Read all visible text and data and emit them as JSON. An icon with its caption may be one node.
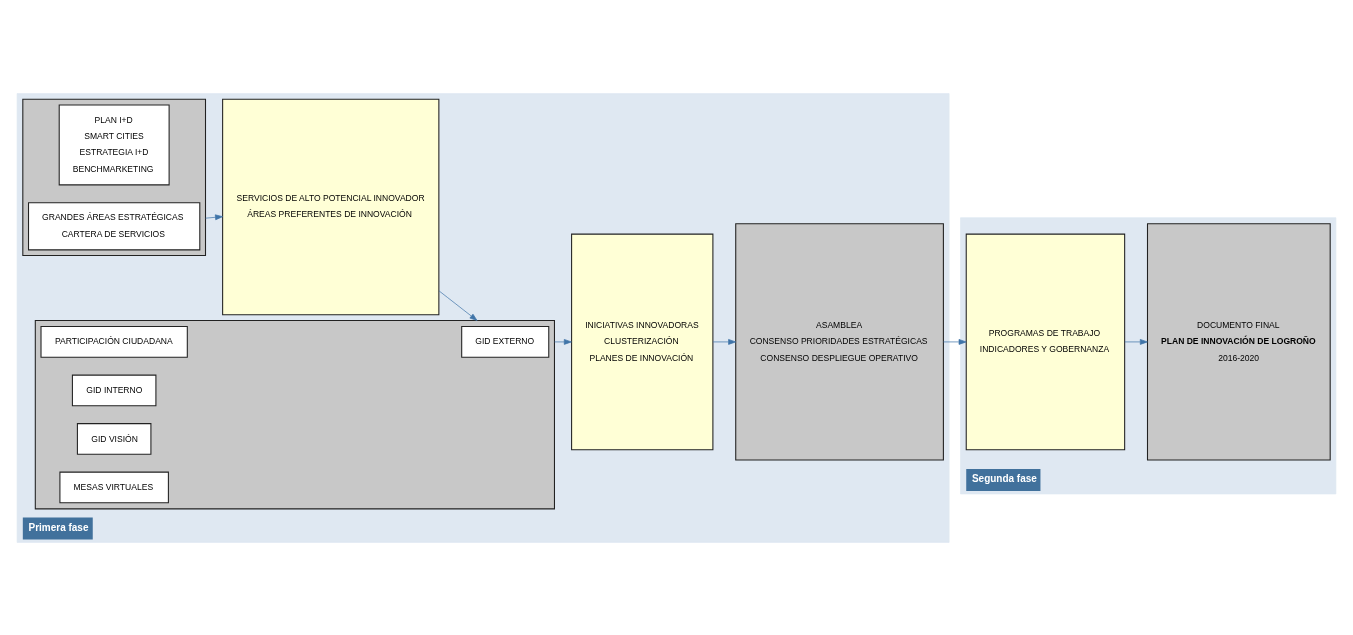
{
  "diagram": {
    "nodes": [
      {
        "text": [
          "Primera fase"
        ]
      },
      {
        "text": [],
        "shape": "box",
        "in": 0
      },
      {
        "text": [
          "PLAN I+D",
          "SMART CITIES",
          "ESTRATEGIA I+D",
          "BENCHMARKETING"
        ],
        "in": 1
      },
      {
        "text": [
          "GRANDES ÁREAS ESTRATÉGICAS",
          "CARTERA DE SERVICIOS"
        ],
        "in": 1
      },
      {
        "text": [
          "SERVICIOS DE ALTO POTENCIAL INNOVADOR",
          "ÁREAS PREFERENTES DE INNOVACIÓN"
        ],
        "in": 0
      },
      {
        "text": [],
        "shape": "box",
        "in": 0
      },
      {
        "text": [
          "PARTICIPACIÓN CIUDADANA"
        ],
        "in": 5
      },
      {
        "text": [
          "GID INTERNO"
        ],
        "in": 5
      },
      {
        "text": [
          "GID EXTERNO"
        ],
        "in": 5
      },
      {
        "text": [
          "GID VISIÓN"
        ],
        "in": 5
      },
      {
        "text": [
          "MESAS VIRTUALES"
        ],
        "in": 5
      },
      {
        "text": [
          "INICIATIVAS INNOVADORAS",
          "CLUSTERIZACIÓN",
          "PLANES DE INNOVACIÓN"
        ],
        "in": 0
      },
      {
        "text": [
          "ASAMBLEA",
          "CONSENSO PRIORIDADES ESTRATÉGICAS",
          "CONSENSO DESPLIEGUE OPERATIVO"
        ],
        "in": 0
      },
      {
        "text": [
          "Segunda fase"
        ]
      },
      {
        "text": [
          "PROGRAMAS DE TRABAJO",
          "INDICADORES Y GOBERNANZA"
        ],
        "in": 13
      },
      {
        "text": [
          "DOCUMENTO FINAL",
          "PLAN DE INNOVACIÓN DE LOGROÑO",
          "2016-2020"
        ],
        "in": 13
      }
    ],
    "edges": [
      {
        "from": 1,
        "to": 4,
        "arrow": "to"
      },
      {
        "from": 4,
        "to": 5,
        "arrow": "to"
      },
      {
        "from": 5,
        "to": 11,
        "arrow": "to"
      },
      {
        "from": 11,
        "to": 12,
        "arrow": "to"
      },
      {
        "from": 12,
        "to": 14,
        "arrow": "to"
      },
      {
        "from": 14,
        "to": 15,
        "arrow": "to"
      }
    ]
  }
}
